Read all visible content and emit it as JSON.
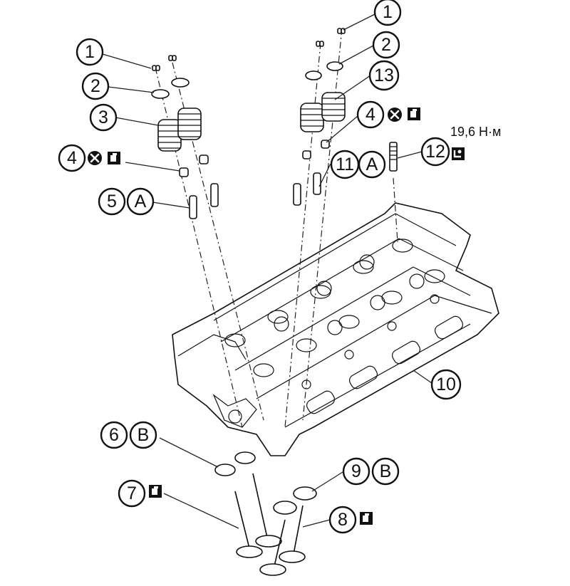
{
  "torque": {
    "value": "19,6 Н·м"
  },
  "callouts": {
    "c1_left": "1",
    "c2_left": "2",
    "c3": "3",
    "c4_left": "4",
    "c5": "5",
    "c5_letter": "A",
    "c6": "6",
    "c6_letter": "B",
    "c7": "7",
    "c1_right": "1",
    "c2_right": "2",
    "c13": "13",
    "c4_right": "4",
    "c11": "11",
    "c11_letter": "A",
    "c12": "12",
    "c10": "10",
    "c9": "9",
    "c9_letter": "B",
    "c8": "8"
  },
  "symbols": {
    "do_not_reuse": "x-mark-icon",
    "apply_oil": "oil-can-icon",
    "apply_sealant": "sealant-icon"
  }
}
